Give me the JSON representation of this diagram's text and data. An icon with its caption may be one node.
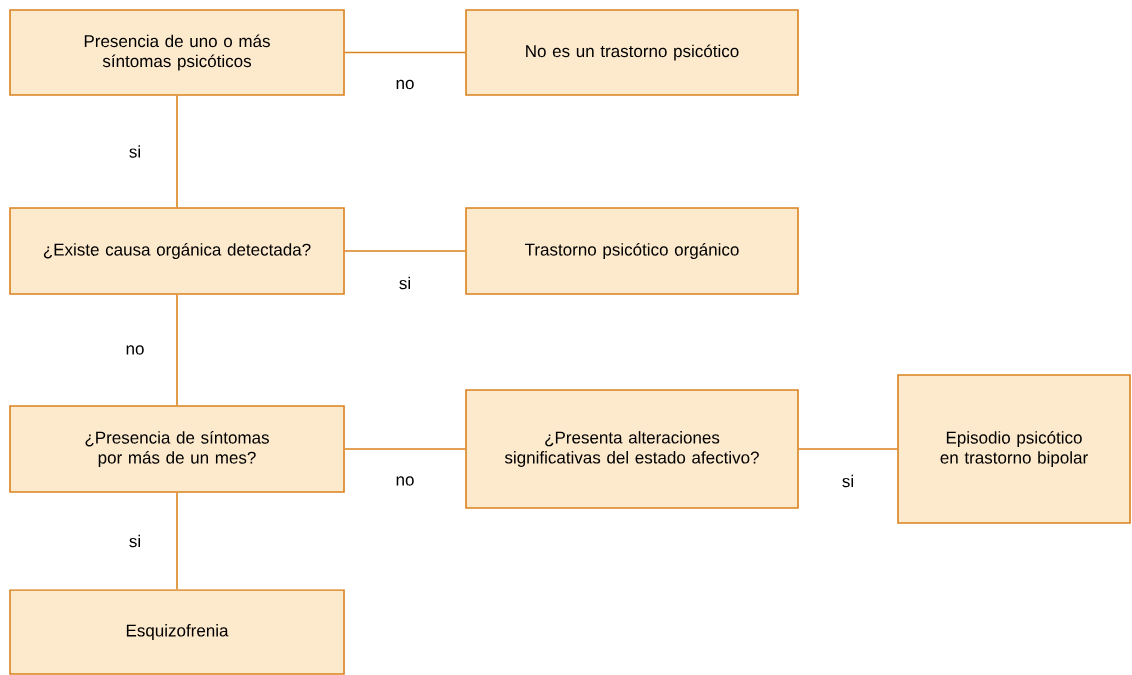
{
  "diagram": {
    "nodes": [
      {
        "text": [
          "Presencia de uno o más síntomas psicóticos"
        ]
      },
      {
        "text": [
          "No es un trastorno psicótico"
        ]
      },
      {
        "text": [
          "¿Existe causa orgánica detectada?"
        ]
      },
      {
        "text": [
          "Trastorno psicótico orgánico"
        ]
      },
      {
        "text": [
          "¿Presencia de síntomas por más de un mes?"
        ]
      },
      {
        "text": [
          "¿Presenta  alteraciones significativas del estado afectivo?"
        ]
      },
      {
        "text": [
          "Episodio psicótico en trastorno bipolar"
        ]
      },
      {
        "text": [
          "Esquizofrenia"
        ]
      }
    ],
    "edges": [
      {
        "from": 0,
        "to": 1,
        "arrow": "none",
        "label": "no"
      },
      {
        "from": 0,
        "to": 2,
        "arrow": "none",
        "label": "si"
      },
      {
        "from": 2,
        "to": 3,
        "arrow": "none",
        "label": "si"
      },
      {
        "from": 2,
        "to": 4,
        "arrow": "none",
        "label": "no"
      },
      {
        "from": 4,
        "to": 5,
        "arrow": "none",
        "label": "no"
      },
      {
        "from": 5,
        "to": 6,
        "arrow": "none",
        "label": "si"
      },
      {
        "from": 4,
        "to": 7,
        "arrow": "none",
        "label": "si"
      }
    ]
  }
}
